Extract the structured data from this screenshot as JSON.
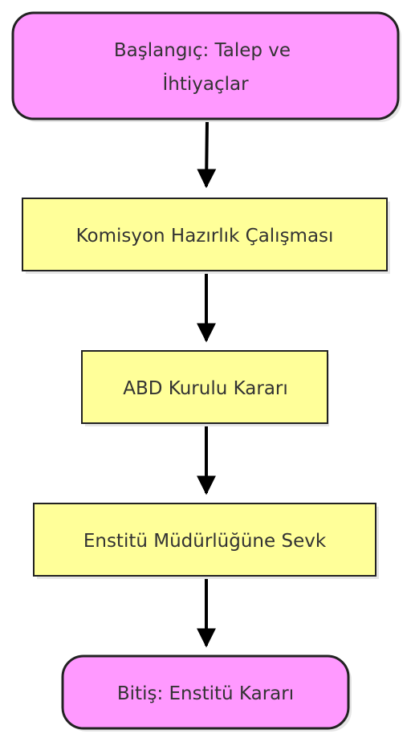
{
  "diagram": {
    "type": "flowchart",
    "colors": {
      "terminal_fill": "#ff99ff",
      "process_fill": "#ffff99",
      "stroke": "#222222",
      "shadow": "#e6e6e6",
      "text": "#333333"
    },
    "nodes": {
      "start": {
        "line1": "Başlangıç: Talep ve",
        "line2": "İhtiyaçlar"
      },
      "step1": {
        "label": "Komisyon Hazırlık Çalışması"
      },
      "step2": {
        "label": "ABD Kurulu Kararı"
      },
      "step3": {
        "label": "Enstitü Müdürlüğüne Sevk"
      },
      "end": {
        "label": "Bitiş: Enstitü Kararı"
      }
    },
    "edges": [
      {
        "from": "start",
        "to": "step1"
      },
      {
        "from": "step1",
        "to": "step2"
      },
      {
        "from": "step2",
        "to": "step3"
      },
      {
        "from": "step3",
        "to": "end"
      }
    ]
  }
}
